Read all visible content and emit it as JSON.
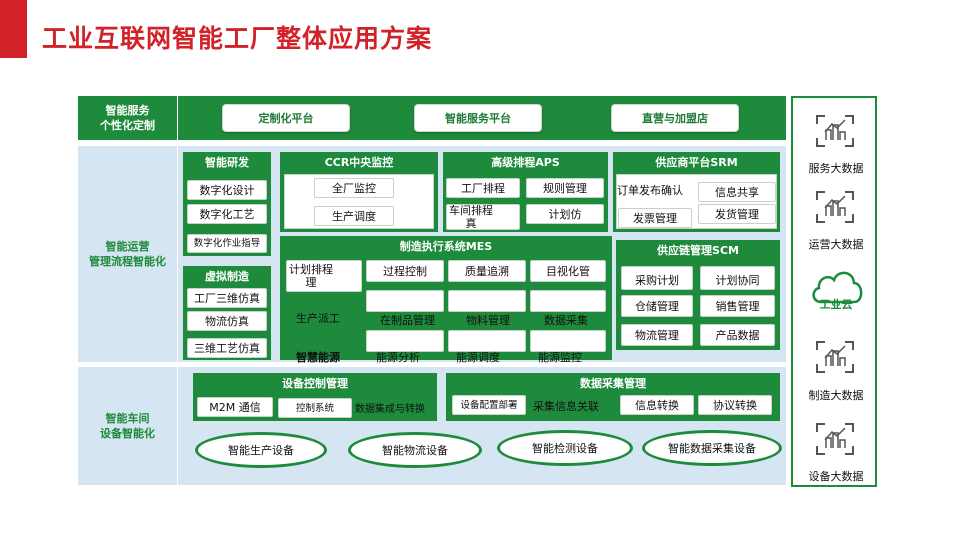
{
  "title": "工业互联网智能工厂整体应用方案",
  "colors": {
    "accent_red": "#d12229",
    "brand_green": "#1e8a3c",
    "light_blue": "#d5e6f2"
  },
  "rows": {
    "service": {
      "label": "智能服务\n个性化定制",
      "items": [
        "定制化平台",
        "智能服务平台",
        "直营与加盟店"
      ]
    },
    "operation": {
      "label": "智能运营\n管理流程智能化",
      "rnd": {
        "title": "智能研发",
        "items": [
          "数字化设计",
          "数字化工艺",
          "数字化作业指导"
        ]
      },
      "virtual": {
        "title": "虚拟制造",
        "items": [
          "工厂三维仿真",
          "物流仿真",
          "三维工艺仿真"
        ]
      },
      "ccr": {
        "title": "CCR中央监控",
        "items": [
          "全厂监控",
          "生产调度"
        ]
      },
      "aps": {
        "title": "高级排程APS",
        "items": [
          "工厂排程",
          "规则管理",
          "车间排程\n真",
          "计划仿"
        ]
      },
      "srm": {
        "title": "供应商平台SRM",
        "items": [
          "订单发布确认",
          "信息共享",
          "发票管理",
          "发货管理"
        ]
      },
      "mes": {
        "title": "制造执行系统MES",
        "row1": [
          "计划排程\n理",
          "过程控制",
          "质量追溯",
          "目视化管"
        ],
        "row2": [
          "生产派工",
          "在制品管理",
          "物料管理",
          "数据采集"
        ],
        "row3": [
          "智慧能源",
          "能源分析",
          "能源调度",
          "能源监控"
        ]
      },
      "scm": {
        "title": "供应链管理SCM",
        "items": [
          "采购计划",
          "计划协同",
          "仓储管理",
          "销售管理",
          "物流管理",
          "产品数据"
        ]
      }
    },
    "workshop": {
      "label": "智能车间\n设备智能化",
      "equip_ctrl": {
        "title": "设备控制管理",
        "items": [
          "M2M 通信",
          "控制系统",
          "数据集成与转换"
        ]
      },
      "data_collect": {
        "title": "数据采集管理",
        "items": [
          "设备配置部署",
          "采集信息关联",
          "信息转换",
          "协议转换"
        ]
      },
      "devices": [
        "智能生产设备",
        "智能物流设备",
        "智能检测设备",
        "智能数据采集设备"
      ]
    }
  },
  "cloud_panel": {
    "items": [
      {
        "label": "服务大数据",
        "icon": "chart-bars-icon"
      },
      {
        "label": "运营大数据",
        "icon": "chart-bars-icon"
      },
      {
        "label": "工业云",
        "icon": "cloud-icon"
      },
      {
        "label": "制造大数据",
        "icon": "chart-bars-icon"
      },
      {
        "label": "设备大数据",
        "icon": "chart-bars-icon"
      }
    ]
  }
}
